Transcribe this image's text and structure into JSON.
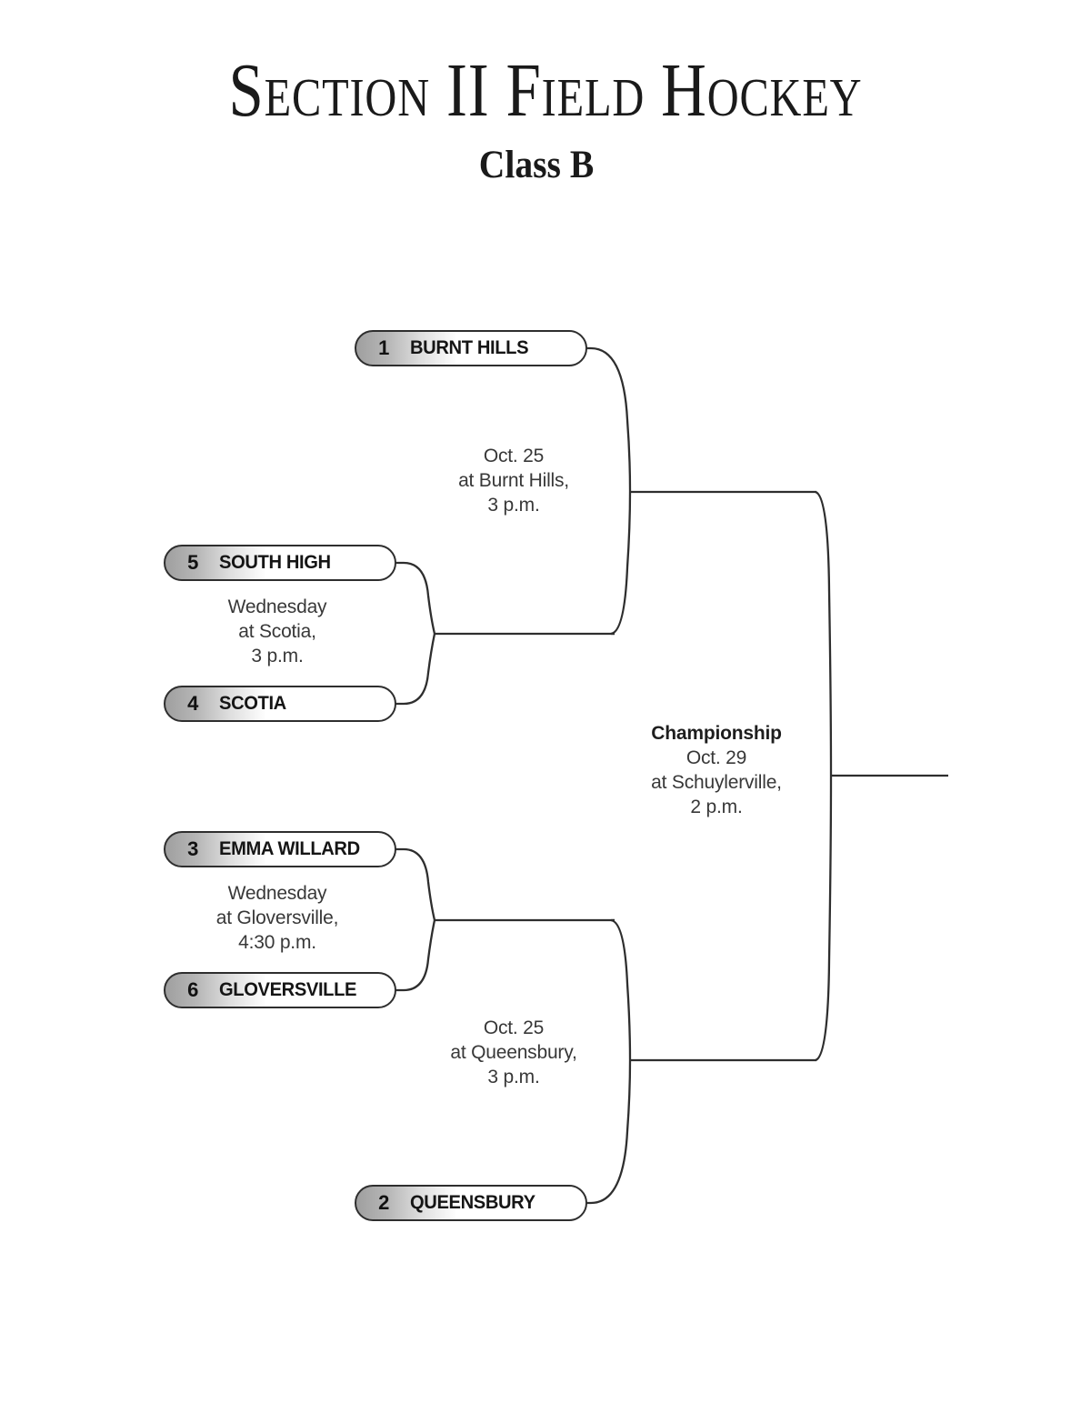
{
  "header": {
    "title": "Section II Field Hockey",
    "subtitle": "Class B"
  },
  "bracket": {
    "teams": [
      {
        "seed": "1",
        "name": "BURNT HILLS"
      },
      {
        "seed": "5",
        "name": "SOUTH HIGH"
      },
      {
        "seed": "4",
        "name": "SCOTIA"
      },
      {
        "seed": "3",
        "name": "EMMA WILLARD"
      },
      {
        "seed": "6",
        "name": "GLOVERSVILLE"
      },
      {
        "seed": "2",
        "name": "QUEENSBURY"
      }
    ],
    "games": {
      "semifinal_top": {
        "lines": [
          "Oct. 25",
          "at Burnt Hills,",
          "3 p.m."
        ]
      },
      "quarterfinal_top": {
        "lines": [
          "Wednesday",
          "at Scotia,",
          "3 p.m."
        ]
      },
      "championship": {
        "title": "Championship",
        "lines": [
          "Oct. 29",
          "at Schuylerville,",
          "2 p.m."
        ]
      },
      "quarterfinal_bottom": {
        "lines": [
          "Wednesday",
          "at Gloversville,",
          "4:30 p.m."
        ]
      },
      "semifinal_bottom": {
        "lines": [
          "Oct. 25",
          "at Queensbury,",
          "3 p.m."
        ]
      }
    }
  },
  "colors": {
    "line": "#2e2e2e",
    "pill_border": "#2e2e2e",
    "seed_gradient_gray": "#9f9f9f",
    "text": "#383838"
  }
}
